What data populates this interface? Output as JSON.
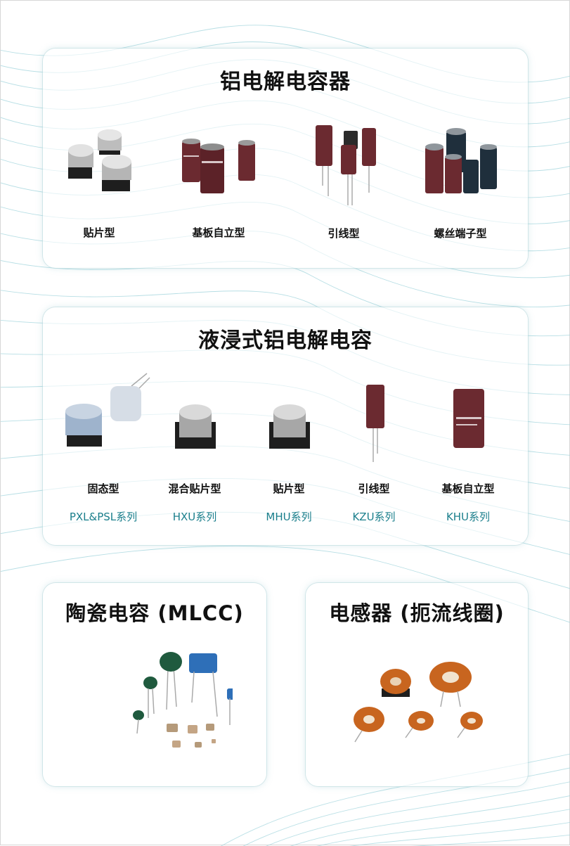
{
  "aluminum": {
    "title": "铝电解电容器",
    "items": [
      {
        "label": "贴片型"
      },
      {
        "label": "基板自立型"
      },
      {
        "label": "引线型"
      },
      {
        "label": "螺丝端子型"
      }
    ]
  },
  "liquid": {
    "title": "液浸式铝电解电容",
    "items": [
      {
        "label": "固态型",
        "series": "PXL&PSL系列"
      },
      {
        "label": "混合贴片型",
        "series": "HXU系列"
      },
      {
        "label": "贴片型",
        "series": "MHU系列"
      },
      {
        "label": "引线型",
        "series": "KZU系列"
      },
      {
        "label": "基板自立型",
        "series": "KHU系列"
      }
    ]
  },
  "ceramic": {
    "title": "陶瓷电容 (MLCC)"
  },
  "inductor": {
    "title": "电感器 (扼流线圈)"
  },
  "colors": {
    "accent": "#1b7f8c",
    "wave": "#8fd0d8",
    "capacitor": "#6b2a30"
  }
}
